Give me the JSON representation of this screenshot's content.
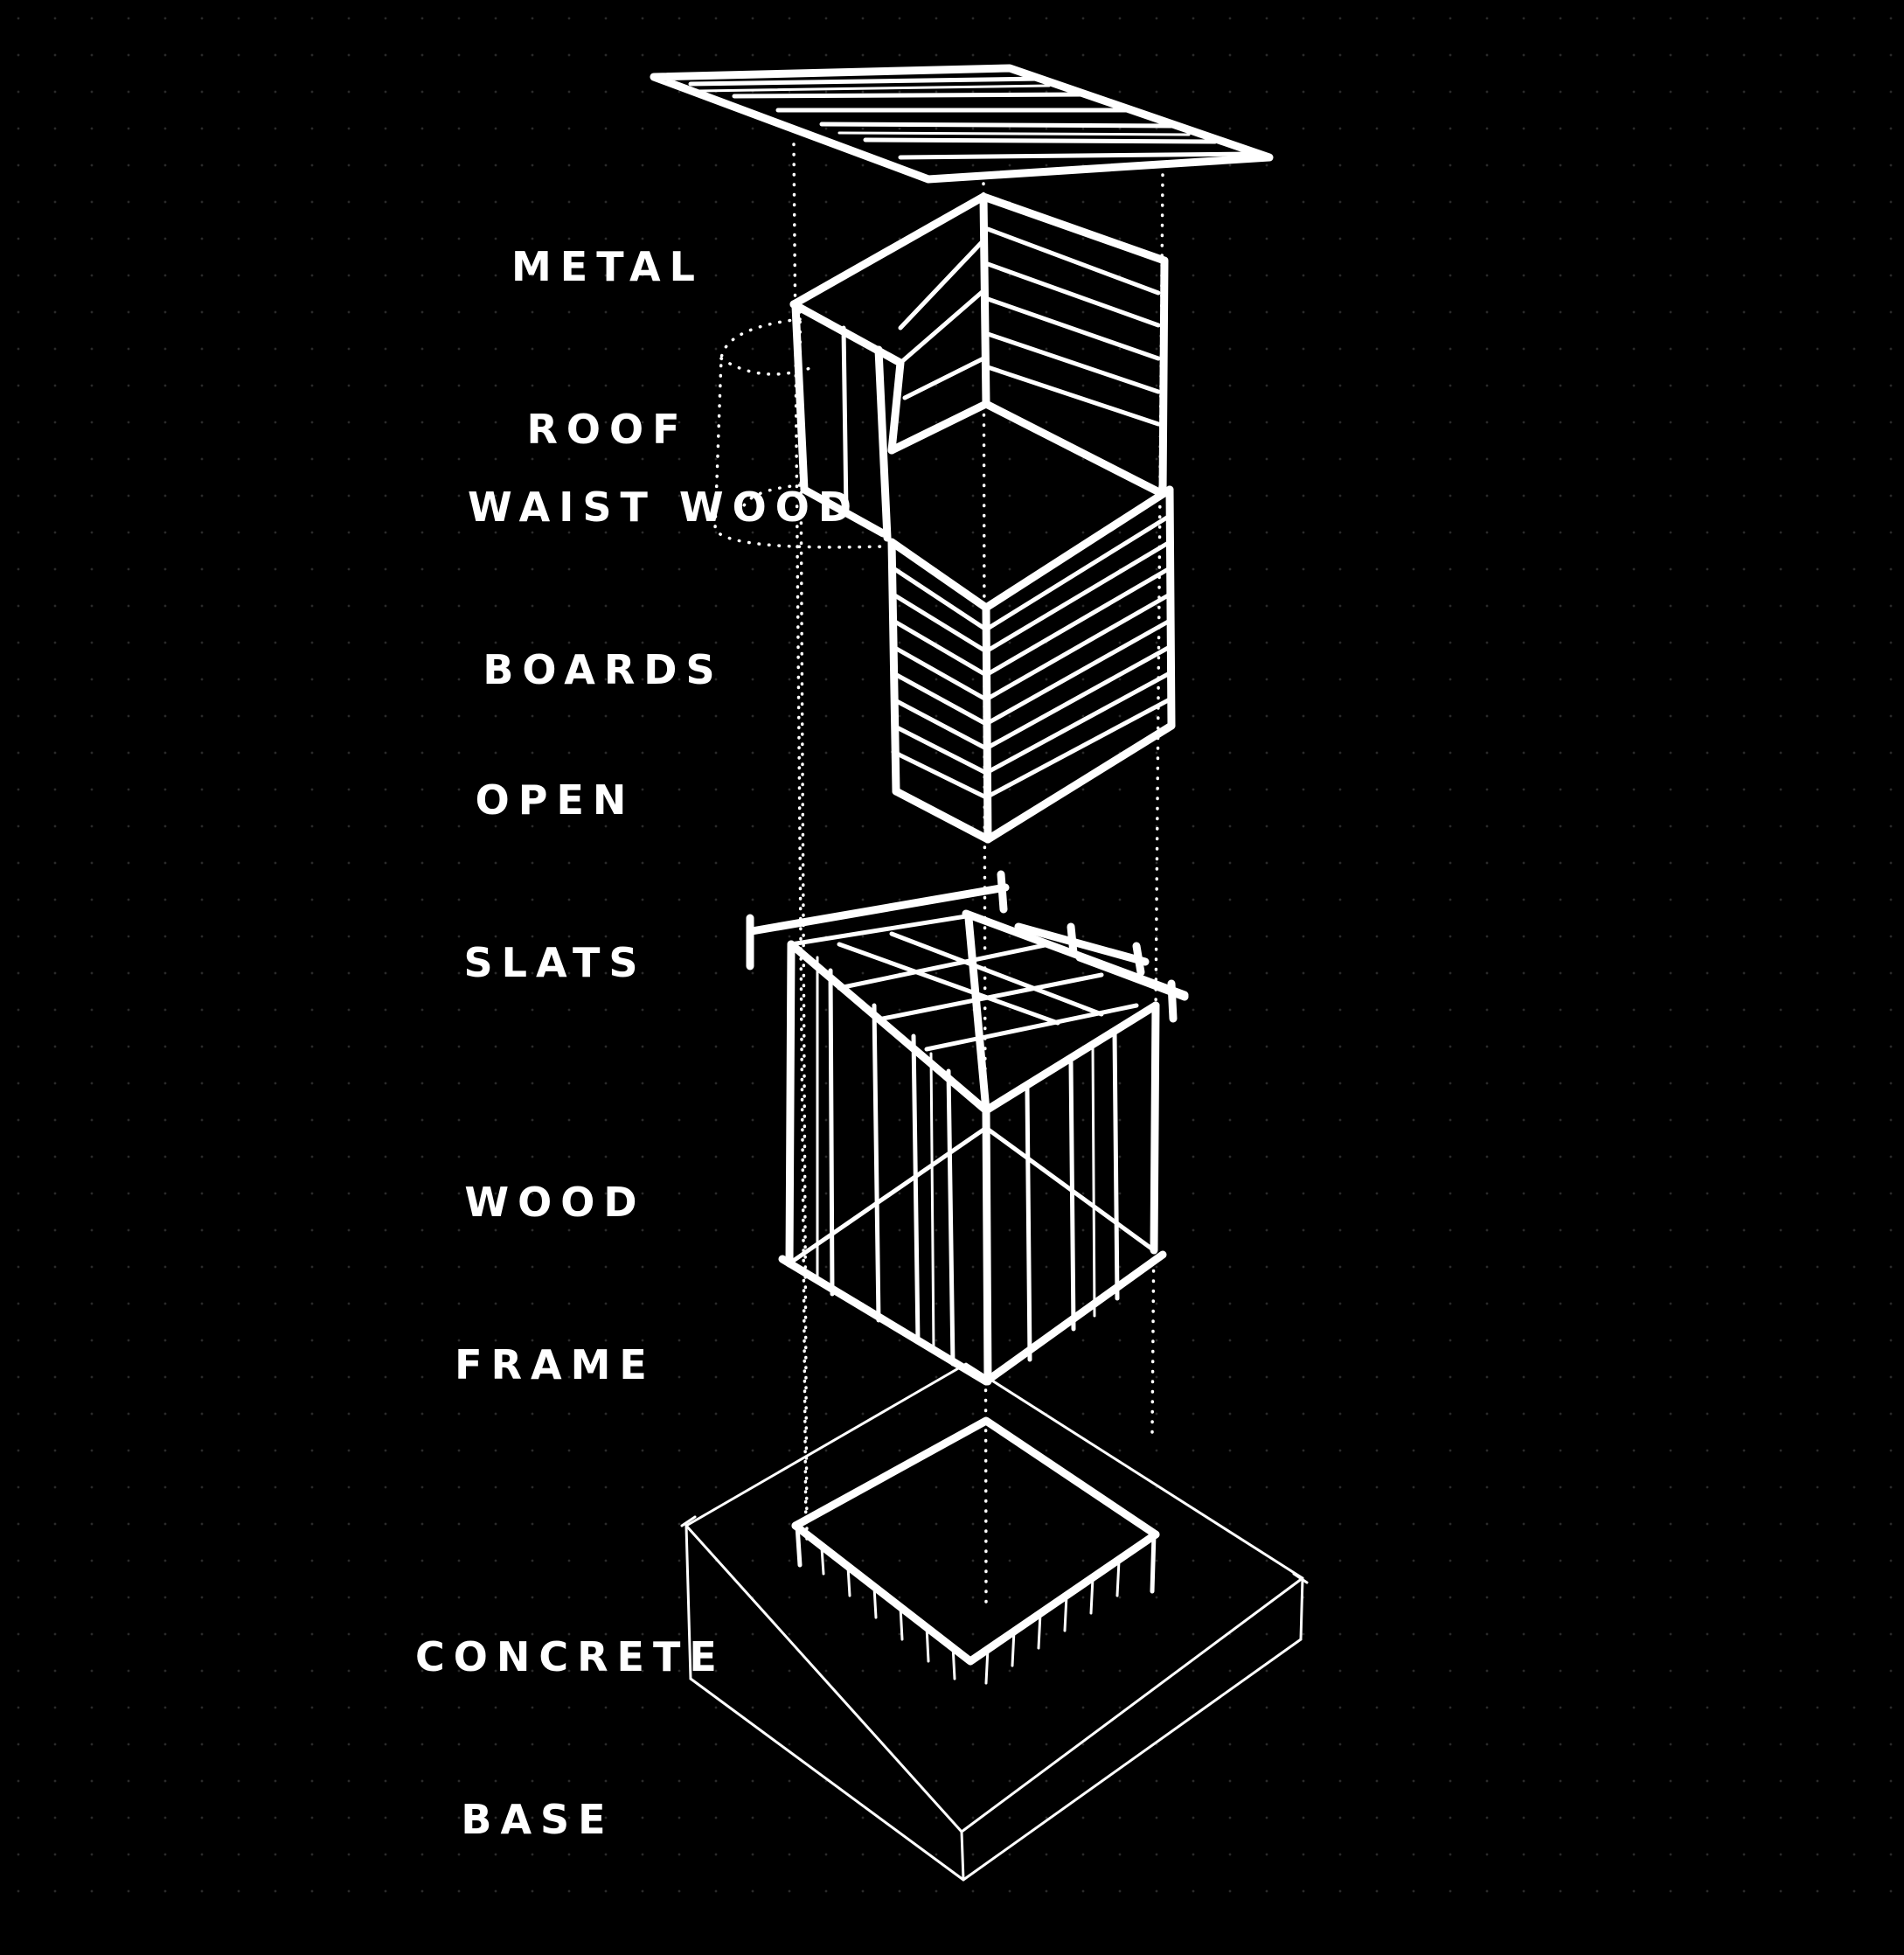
{
  "labels": {
    "metal_roof": {
      "line1": "METAL",
      "line2": "ROOF"
    },
    "waist_wood_boards": {
      "line1": "WAIST WOOD",
      "line2": "BOARDS"
    },
    "open_slats": {
      "line1": "OPEN",
      "line2": "SLATS"
    },
    "wood_frame": {
      "line1": "WOOD",
      "line2": "FRAME"
    },
    "concrete_base": {
      "line1": "CONCRETE",
      "line2": "BASE"
    }
  },
  "colors": {
    "background": "#000000",
    "ink": "#ffffff",
    "grid_dots": "#2a2a2a"
  }
}
